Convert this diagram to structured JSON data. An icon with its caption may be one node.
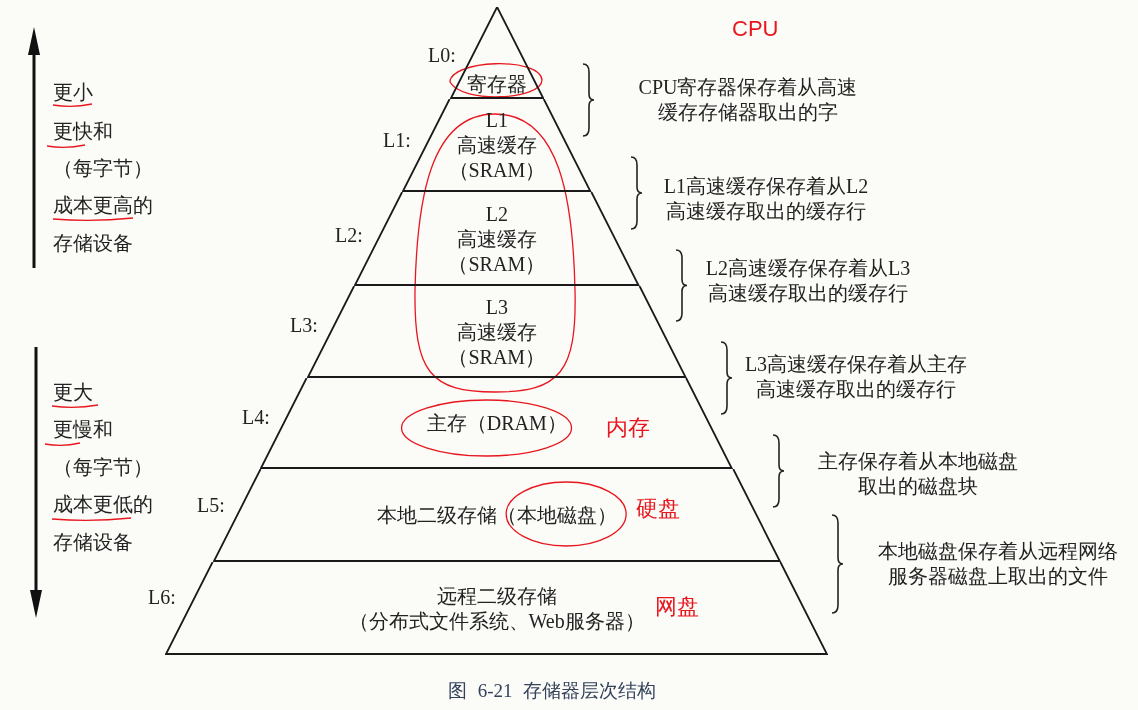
{
  "diagram": {
    "caption": "图 6-21 存储器层次结构",
    "nodes": [
      {
        "text": [
          "寄存器"
        ],
        "beside": [
          "L0:"
        ]
      },
      {
        "text": [
          "L1",
          "高速缓存（SRAM）"
        ],
        "beside": [
          "L1:"
        ]
      },
      {
        "text": [
          "L2",
          "高速缓存（SRAM）"
        ],
        "beside": [
          "L2:"
        ]
      },
      {
        "text": [
          "L3",
          "高速缓存（SRAM）"
        ],
        "beside": [
          "L3:"
        ]
      },
      {
        "text": [
          "主存（DRAM）",
          "内存"
        ],
        "beside": [
          "L4:"
        ]
      },
      {
        "text": [
          "本地二级存储（本地磁盘）",
          "硬盘"
        ],
        "beside": [
          "L5:"
        ]
      },
      {
        "text": [
          "远程二级存储",
          "（分布式文件系统、Web服务器）",
          "网盘"
        ],
        "beside": [
          "L6:"
        ]
      }
    ],
    "labels": [
      "CPU",
      "更小",
      "更快和",
      "（每字节）",
      "成本更高的",
      "存储设备",
      "更大",
      "更慢和",
      "（每字节）",
      "成本更低的",
      "存储设备",
      "CPU寄存器保存着从高速缓存存储器取出的字",
      "L1高速缓存保存着从L2高速缓存取出的缓存行",
      "L2高速缓存保存着从L3高速缓存取出的缓存行",
      "L3高速缓存保存着从主存高速缓存取出的缓存行",
      "主存保存着从本地磁盘取出的磁盘块",
      "本地磁盘保存着从远程网络服务器磁盘上取出的文件"
    ]
  }
}
